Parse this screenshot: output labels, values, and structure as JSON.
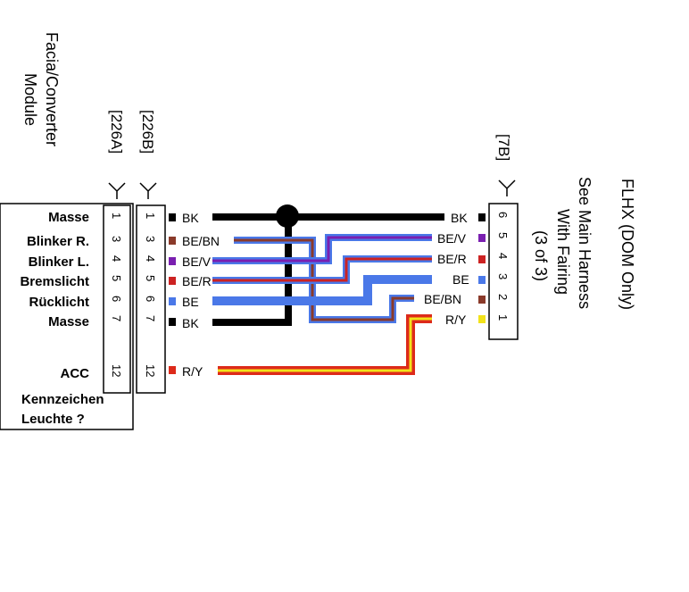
{
  "module": {
    "title": "Facia/Converter Module",
    "title_lines": [
      "Facia/Converter",
      "Module"
    ],
    "signals": [
      {
        "label": "Masse"
      },
      {
        "label": "Blinker R."
      },
      {
        "label": "Blinker L."
      },
      {
        "label": "Bremslicht"
      },
      {
        "label": "Rücklicht"
      },
      {
        "label": "Masse"
      },
      {
        "label": "ACC"
      }
    ],
    "note_lines": [
      "Kennzeichen",
      "Leuchte ?"
    ]
  },
  "connector_226A": {
    "label": "[226A]",
    "pins": [
      "1",
      "3",
      "4",
      "5",
      "6",
      "7",
      "12"
    ]
  },
  "connector_226B": {
    "label": "[226B]",
    "pins": [
      "1",
      "3",
      "4",
      "5",
      "6",
      "7",
      "12"
    ]
  },
  "left_wires": [
    {
      "label": "BK",
      "color": "#000000"
    },
    {
      "label": "BE/BN",
      "color": "#4a78e8",
      "stripe": "#8a3a2a"
    },
    {
      "label": "BE/V",
      "color": "#4a78e8",
      "stripe": "#7a1fb0"
    },
    {
      "label": "BE/R",
      "color": "#4a78e8",
      "stripe": "#cc2222"
    },
    {
      "label": "BE",
      "color": "#4a78e8"
    },
    {
      "label": "BK",
      "color": "#000000"
    },
    {
      "label": "R/Y",
      "color": "#dd2a1a",
      "stripe": "#f2e21a"
    }
  ],
  "connector_7B": {
    "label": "[7B]",
    "pins": [
      "6",
      "5",
      "4",
      "3",
      "2",
      "1"
    ]
  },
  "right_wires": [
    {
      "label": "BK"
    },
    {
      "label": "BE/V"
    },
    {
      "label": "BE/R"
    },
    {
      "label": "BE"
    },
    {
      "label": "BE/BN"
    },
    {
      "label": "R/Y"
    }
  ],
  "harness_note": {
    "lines": [
      "See Main Harness",
      "With Fairing",
      "(3 of 3)"
    ]
  },
  "model_note": "FLHX (DOM Only)",
  "colors": {
    "black": "#000000",
    "blue": "#4a78e8",
    "violet": "#7a1fb0",
    "red": "#cc2222",
    "brown": "#8a3a2a",
    "yellow": "#f2e21a",
    "wire_red": "#dd2a1a"
  }
}
